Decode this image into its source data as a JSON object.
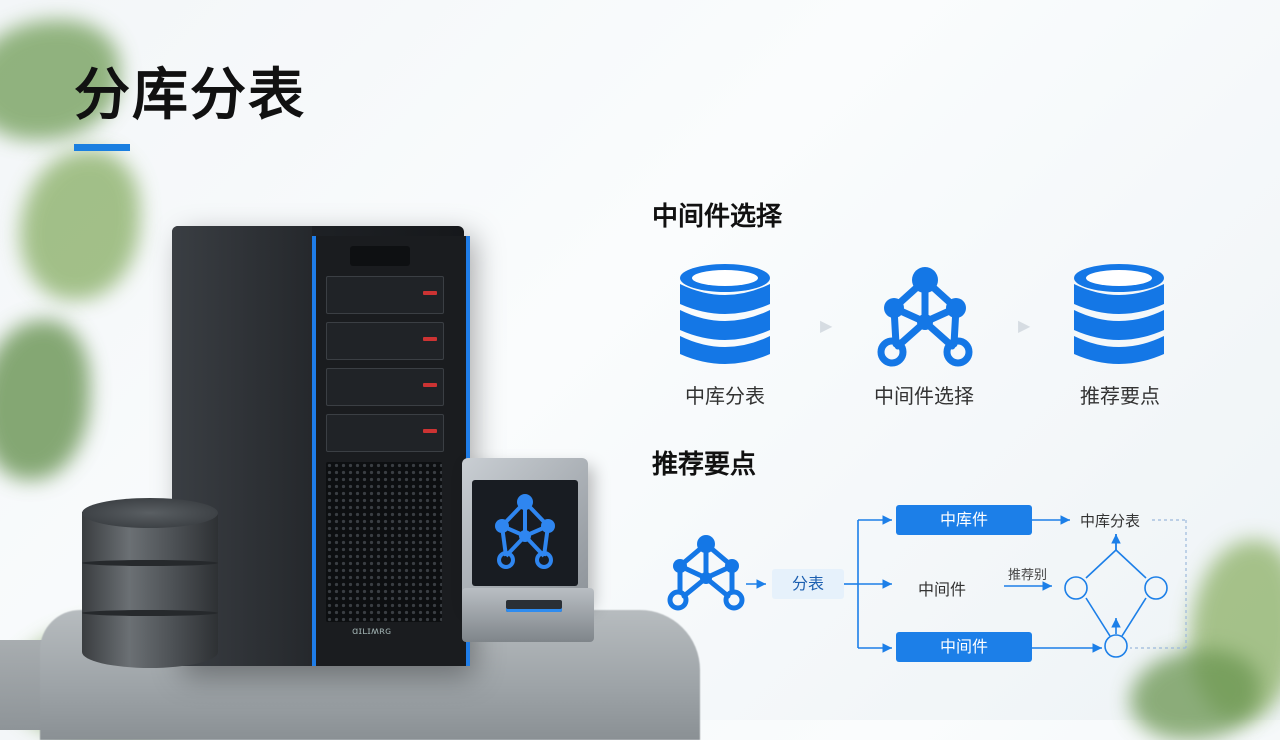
{
  "slide": {
    "title": "分库分表",
    "accent_color": "#1a7fe0"
  },
  "section1": {
    "heading": "中间件选择",
    "flow": [
      {
        "icon": "database-icon",
        "label": "中库分表"
      },
      {
        "icon": "network-icon",
        "label": "中间件选择"
      },
      {
        "icon": "database-icon",
        "label": "推荐要点"
      }
    ]
  },
  "section2": {
    "heading": "推荐要点",
    "diagram": {
      "start_box": "分表",
      "top_box": "中库件",
      "middle_label": "中间件",
      "bottom_box": "中间件",
      "top_right_label": "中库分表",
      "arrow_note": "推荐别"
    }
  },
  "hardware": {
    "brand_text": "ɑɪʟɪʍʀɢ"
  }
}
